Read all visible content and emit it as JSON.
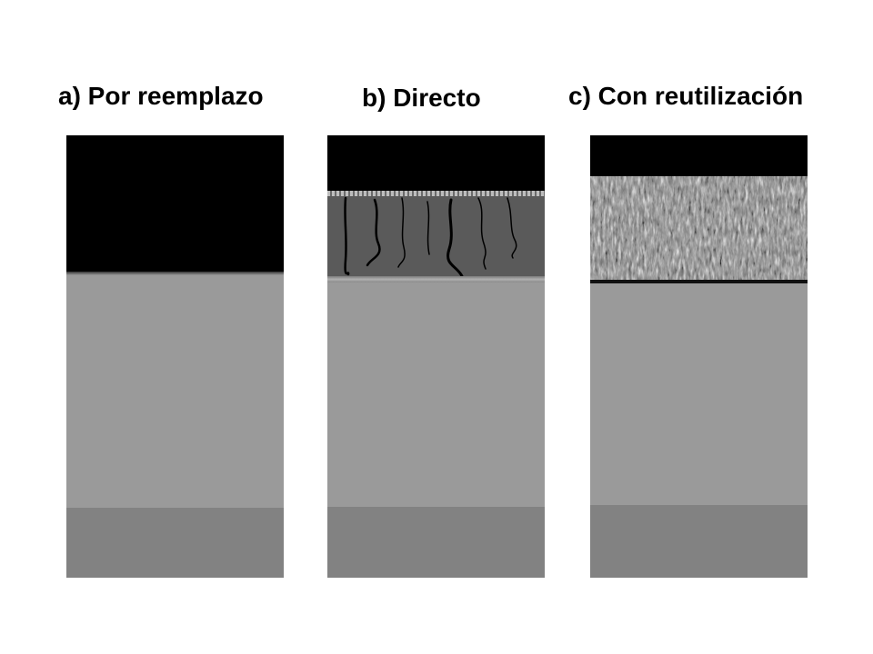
{
  "titles": {
    "a": "a) Por reemplazo",
    "b": "b) Directo",
    "c": "c) Con reutilización"
  }
}
